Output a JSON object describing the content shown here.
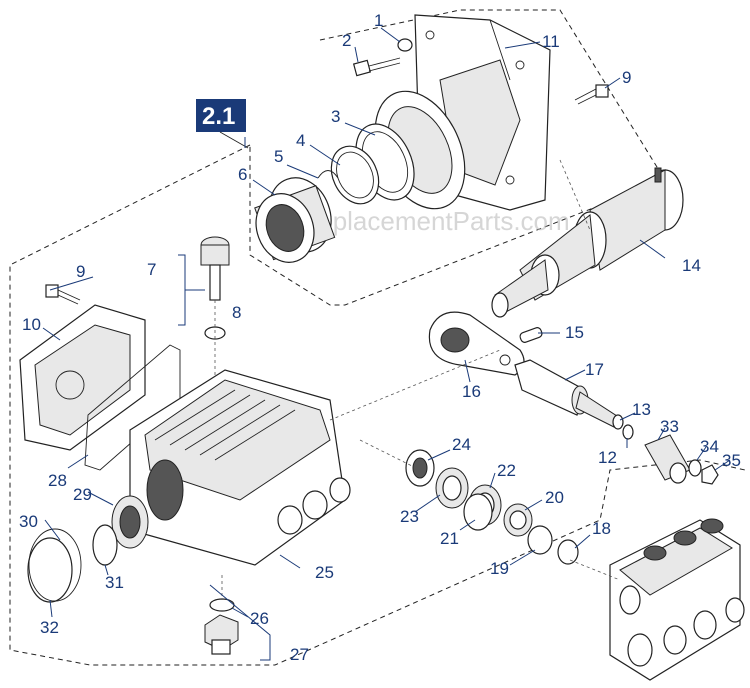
{
  "diagram": {
    "group_label": "2.1",
    "watermark": "eReplacementParts.com",
    "colors": {
      "label": "#1a3a78",
      "badge_bg": "#1a3a78",
      "line": "#222222"
    },
    "callouts": [
      "1",
      "2",
      "3",
      "4",
      "5",
      "6",
      "7",
      "8",
      "9",
      "9",
      "10",
      "11",
      "12",
      "13",
      "14",
      "15",
      "16",
      "17",
      "18",
      "19",
      "20",
      "21",
      "22",
      "23",
      "24",
      "25",
      "26",
      "27",
      "28",
      "29",
      "30",
      "31",
      "32",
      "33",
      "34",
      "35"
    ]
  }
}
